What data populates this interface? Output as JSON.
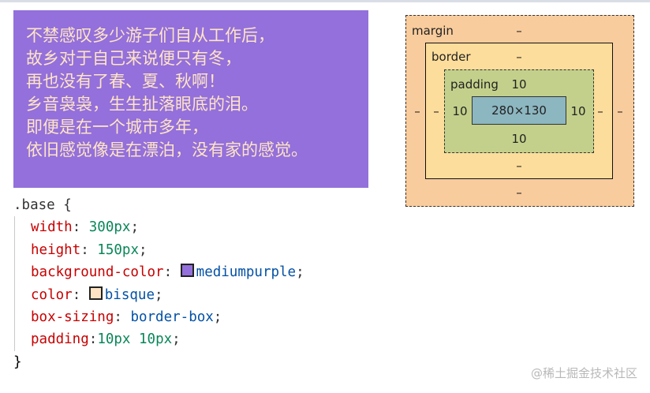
{
  "demo": {
    "lines": [
      "不禁感叹多少游子们自从工作后，",
      "故乡对于自己来说便只有冬，",
      "再也没有了春、夏、秋啊！",
      "乡音袅袅，生生扯落眼底的泪。",
      "即便是在一个城市多年，",
      "依旧感觉像是在漂泊，没有家的感觉。"
    ],
    "background": "#9370db",
    "color": "#ffe4c4"
  },
  "code": {
    "selector": ".base",
    "open": " {",
    "close": "}",
    "props": [
      {
        "name": "width",
        "value": "300px"
      },
      {
        "name": "height",
        "value": "150px"
      },
      {
        "name": "background-color",
        "value": "mediumpurple",
        "swatch": "#9370db"
      },
      {
        "name": "color",
        "value": "bisque",
        "swatch": "#ffe4c4"
      },
      {
        "name": "box-sizing",
        "value": "border-box"
      },
      {
        "name": "padding",
        "value": "10px 10px"
      }
    ]
  },
  "boxmodel": {
    "margin": {
      "label": "margin",
      "top": "–",
      "right": "–",
      "bottom": "–",
      "left": "–"
    },
    "border": {
      "label": "border",
      "top": "–",
      "right": "–",
      "bottom": "–",
      "left": "–"
    },
    "padding": {
      "label": "padding",
      "top": "10",
      "right": "10",
      "bottom": "10",
      "left": "10"
    },
    "content": "280×130"
  },
  "watermark": "@稀土掘金技术社区"
}
